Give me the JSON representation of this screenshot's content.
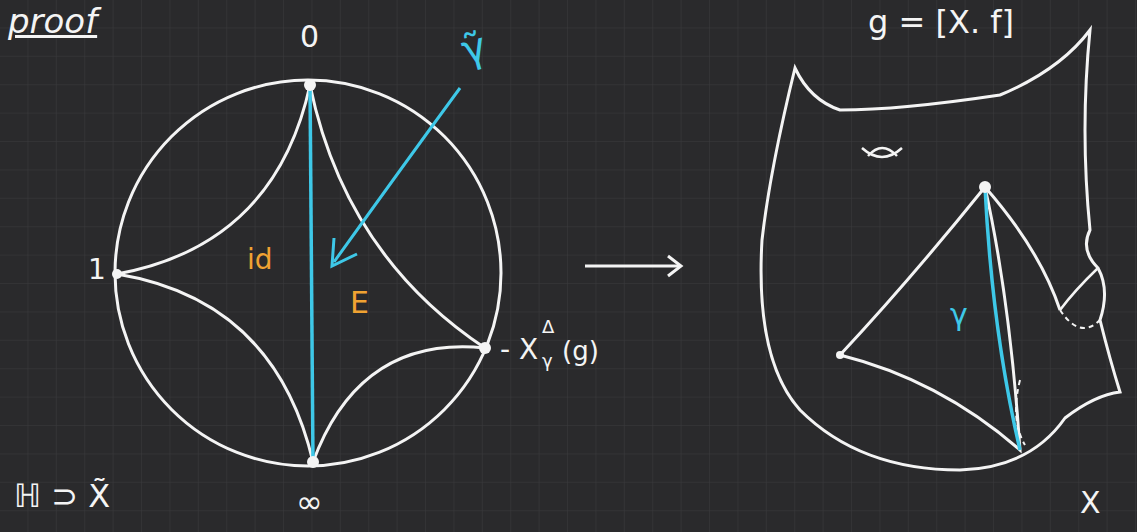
{
  "diagram": {
    "title": "proof",
    "labels": [
      "0",
      "γ̃",
      "g = [X. f]",
      "1",
      "id",
      "E",
      "- X",
      "Δ",
      "γ",
      "(g)",
      "ℍ ⊃ X̃",
      "∞",
      "γ",
      "X"
    ]
  }
}
